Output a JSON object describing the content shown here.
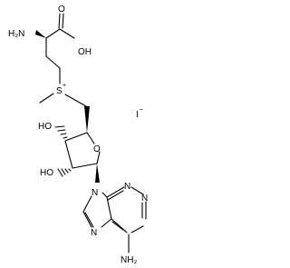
{
  "labels": {
    "h2n": "H₂N",
    "oh_acid": "OH",
    "o_carbonyl": "O",
    "s": "S",
    "s_charge": "+",
    "ho_upper": "HO",
    "ho_lower": "HO",
    "o_ring": "O",
    "n9": "N",
    "n7": "N",
    "n1": "N",
    "n3": "N",
    "nh2": "NH₂",
    "iodide": "I",
    "iodide_charge": "−"
  }
}
